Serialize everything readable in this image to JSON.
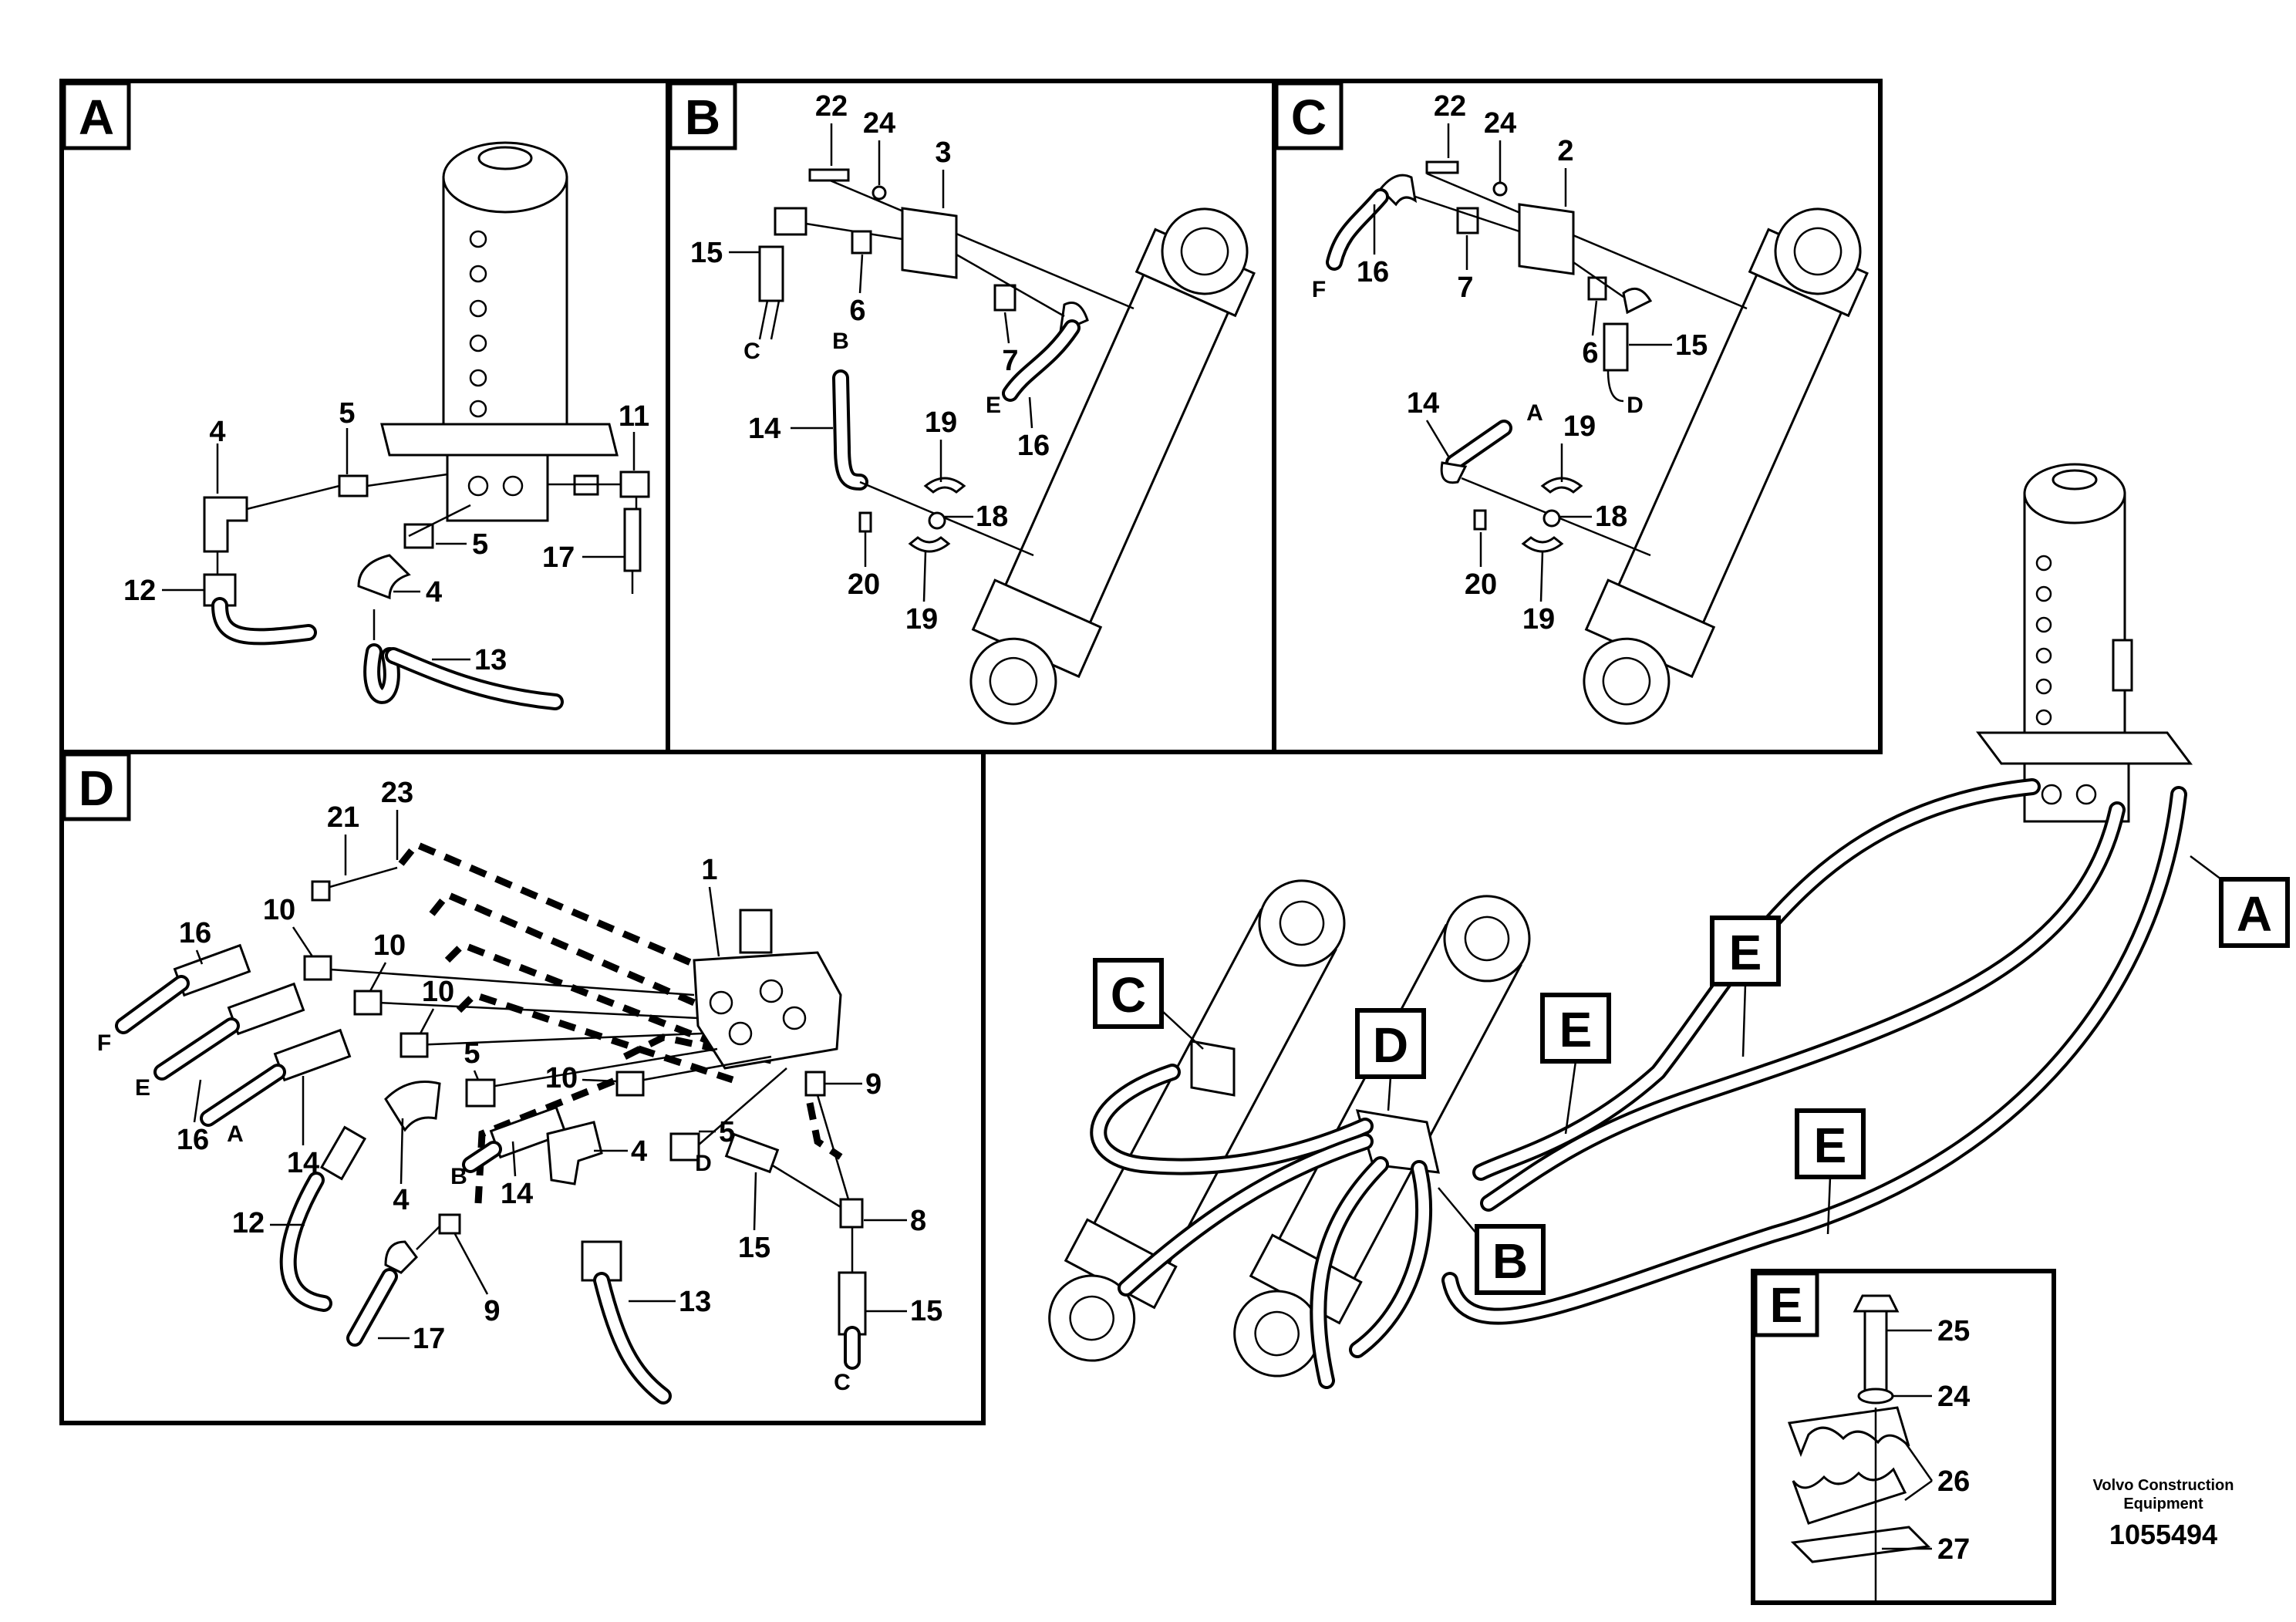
{
  "panels": {
    "A": {
      "label": "A",
      "callouts": [
        "4",
        "5",
        "11",
        "5",
        "4",
        "12",
        "17",
        "13"
      ]
    },
    "B": {
      "label": "B",
      "callouts": [
        "22",
        "24",
        "3",
        "15",
        "6",
        "7",
        "14",
        "19",
        "18",
        "16",
        "20",
        "19"
      ],
      "ends": [
        "C",
        "B",
        "E"
      ]
    },
    "C": {
      "label": "C",
      "callouts": [
        "22",
        "24",
        "2",
        "16",
        "7",
        "6",
        "15",
        "14",
        "19",
        "18",
        "20",
        "19"
      ],
      "ends": [
        "F",
        "D",
        "A"
      ]
    },
    "D": {
      "label": "D",
      "callouts": [
        "21",
        "23",
        "1",
        "16",
        "10",
        "10",
        "10",
        "5",
        "10",
        "9",
        "16",
        "14",
        "12",
        "4",
        "14",
        "4",
        "5",
        "8",
        "15",
        "15",
        "9",
        "17",
        "13"
      ],
      "ends": [
        "F",
        "E",
        "A",
        "B",
        "D",
        "C"
      ]
    },
    "E": {
      "label": "E",
      "callouts": [
        "25",
        "24",
        "26",
        "27"
      ]
    }
  },
  "overview_labels": [
    "C",
    "D",
    "E",
    "E",
    "E",
    "A",
    "B"
  ],
  "footer": {
    "company": "Volvo Construction",
    "company2": "Equipment",
    "drawing_number": "1055494"
  }
}
